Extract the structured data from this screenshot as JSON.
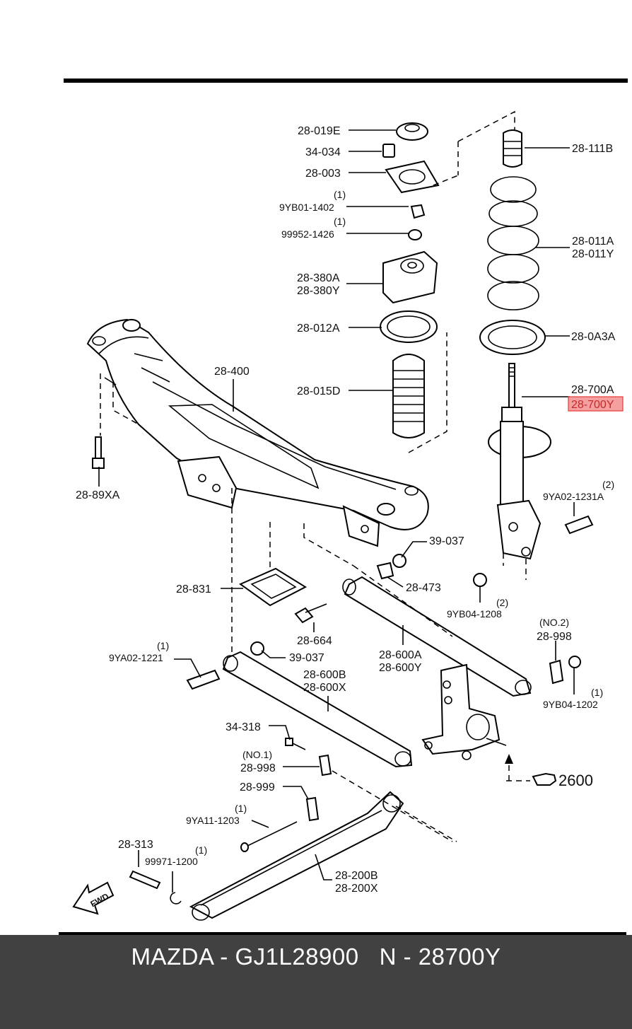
{
  "diagram": {
    "callouts": {
      "c28_019E": "28-019E",
      "c34_034": "34-034",
      "c28_003": "28-003",
      "q1a": "(1)",
      "c9YB01_1402": "9YB01-1402",
      "q1b": "(1)",
      "c99952_1426": "99952-1426",
      "c28_380A": "28-380A",
      "c28_380Y": "28-380Y",
      "c28_012A": "28-012A",
      "c28_015D": "28-015D",
      "c28_400": "28-400",
      "c28_89XA": "28-89XA",
      "c28_111B": "28-111B",
      "c28_011A": "28-011A",
      "c28_011Y": "28-011Y",
      "c28_0A3A": "28-0A3A",
      "c28_700A": "28-700A",
      "c28_700Y": "28-700Y",
      "q2a": "(2)",
      "c9YA02_1231A": "9YA02-1231A",
      "c39_037a": "39-037",
      "c28_473": "28-473",
      "q2b": "(2)",
      "c9YB04_1208": "9YB04-1208",
      "c28_831": "28-831",
      "c28_664": "28-664",
      "q1c": "(1)",
      "c9YA02_1221": "9YA02-1221",
      "c39_037b": "39-037",
      "c28_600A": "28-600A",
      "c28_600Y": "28-600Y",
      "c28_600B": "28-600B",
      "c28_600X": "28-600X",
      "no2": "(NO.2)",
      "c28_998a": "28-998",
      "q1d": "(1)",
      "c9YB04_1202": "9YB04-1202",
      "c34_318": "34-318",
      "no1": "(NO.1)",
      "c28_998b": "28-998",
      "c28_999": "28-999",
      "q1e": "(1)",
      "c9YA11_1203": "9YA11-1203",
      "c2600": "2600",
      "c28_313": "28-313",
      "q1f": "(1)",
      "c99971_1200": "99971-1200",
      "c28_200B": "28-200B",
      "c28_200X": "28-200X",
      "fwd": "FWD"
    },
    "highlight_color": "#f4a0a0",
    "highlight_border": "#e53935"
  },
  "footer": {
    "text": "MAZDA - GJ1L28900   N - 28700Y",
    "background": "#414141",
    "color": "#ffffff"
  }
}
